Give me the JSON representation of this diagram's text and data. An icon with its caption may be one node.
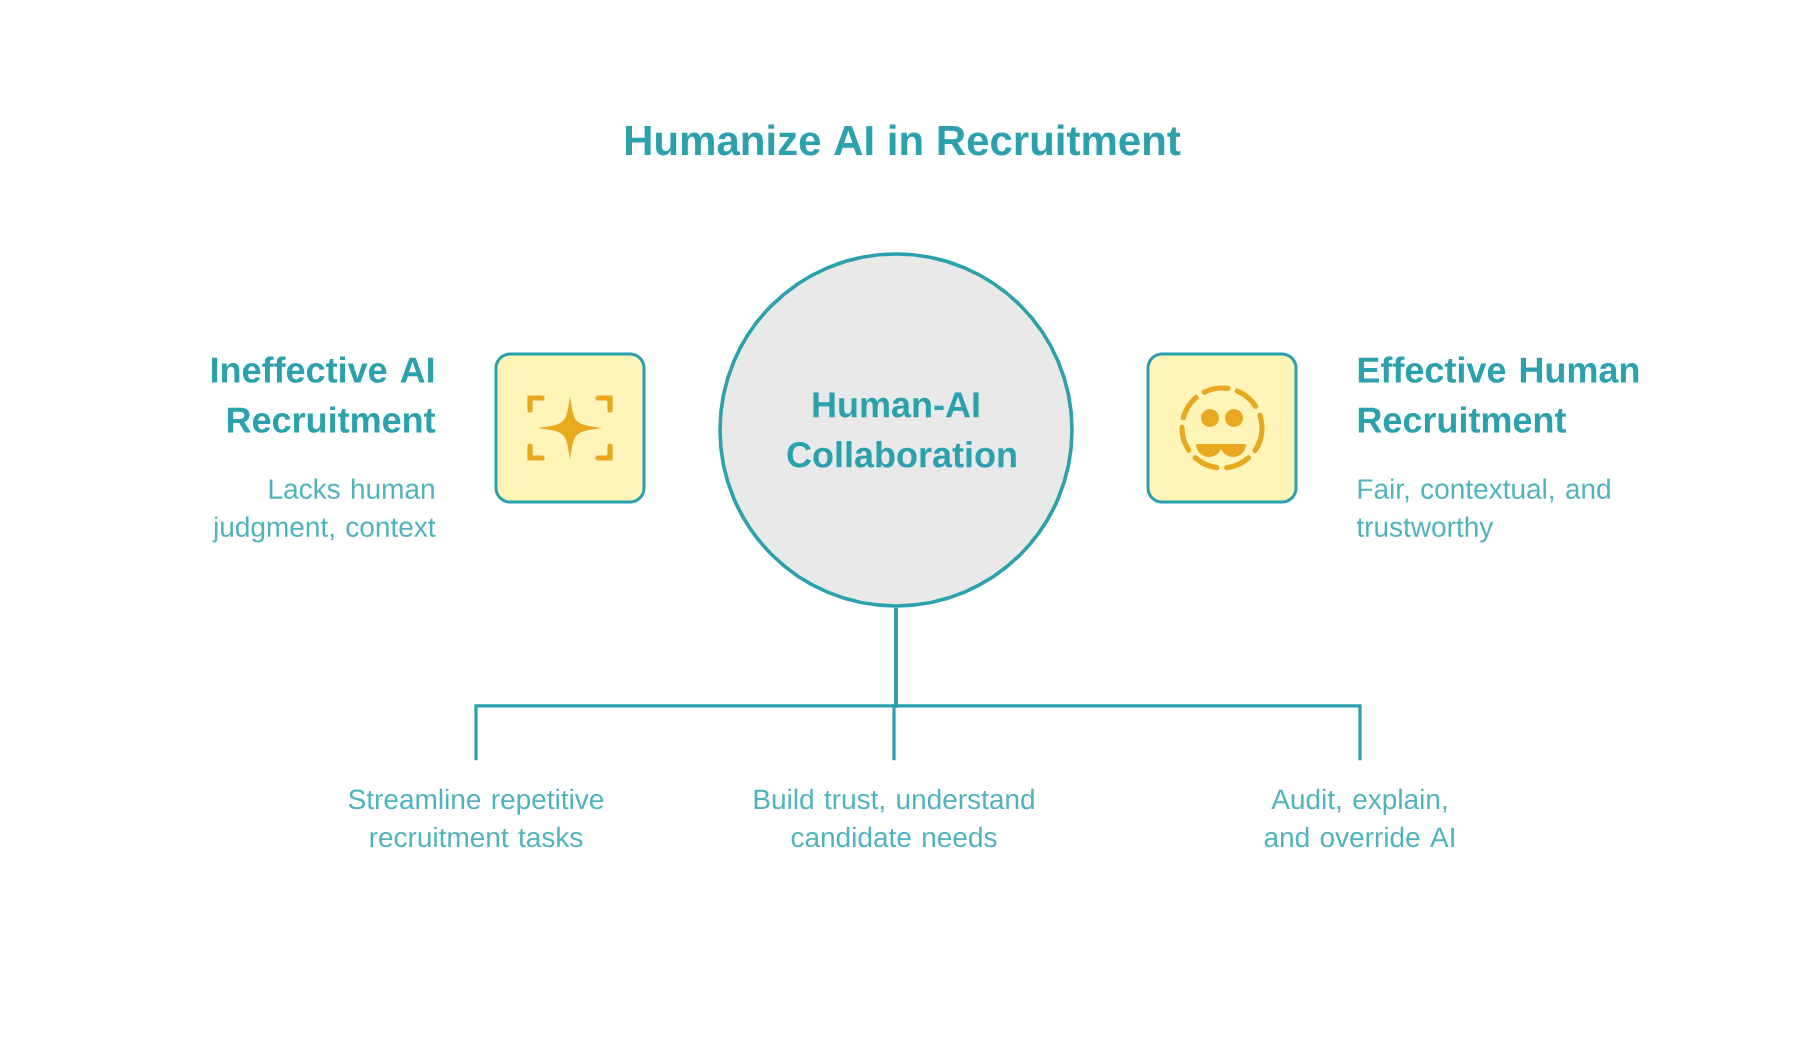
{
  "diagram": {
    "title": "Humanize AI in Recruitment",
    "nodes": [
      {
        "text": [
          "Ineffective AI Recruitment",
          "Lacks human judgment, context"
        ]
      },
      {
        "text": [
          "Human-AI Collaboration"
        ]
      },
      {
        "text": [
          "Effective Human Recruitment",
          "Fair, contextual, and trustworthy"
        ]
      },
      {
        "text": [
          "Streamline repetitive recruitment tasks"
        ]
      },
      {
        "text": [
          "Build trust, understand candidate needs"
        ]
      },
      {
        "text": [
          "Audit, explain, and override AI"
        ]
      }
    ],
    "edges": [
      {
        "from": 1,
        "to": 3,
        "arrow": "none"
      },
      {
        "from": 1,
        "to": 4,
        "arrow": "none"
      },
      {
        "from": 1,
        "to": 5,
        "arrow": "none"
      }
    ]
  }
}
